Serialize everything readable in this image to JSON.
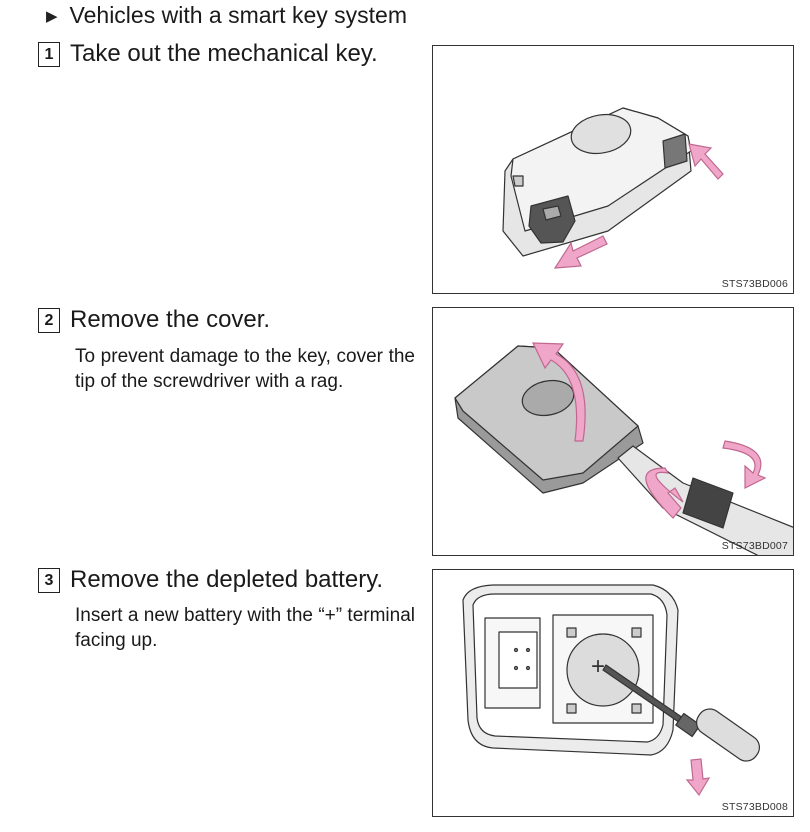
{
  "header": {
    "text": "Vehicles with a smart key system"
  },
  "steps": [
    {
      "number": "1",
      "title": "Take out the mechanical key.",
      "description": "",
      "figure_code": "STS73BD006"
    },
    {
      "number": "2",
      "title": "Remove the cover.",
      "description": "To prevent damage to the key, cover the tip of the screwdriver with a rag.",
      "figure_code": "STS73BD007"
    },
    {
      "number": "3",
      "title": "Remove the depleted battery.",
      "description": "Insert a new battery with the “+” terminal facing up.",
      "figure_code": "STS73BD008"
    }
  ],
  "figure3": {
    "plus_symbol": "+"
  },
  "icons": [
    "triangle-bullet-icon",
    "arrow-icon"
  ],
  "colors": {
    "arrow_pink": "#f0a6c8",
    "text": "#1a1a1a",
    "key_gray": "#d9d9d9"
  }
}
